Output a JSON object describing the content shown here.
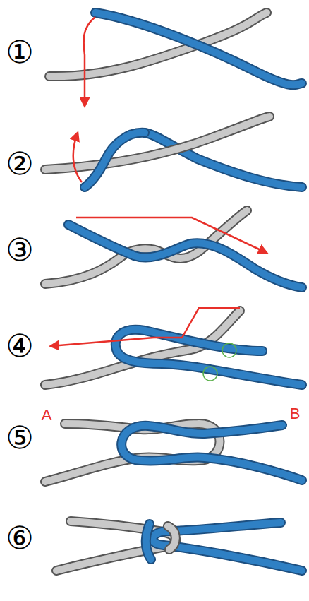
{
  "diagram": {
    "labels": [
      "①",
      "②",
      "③",
      "④",
      "⑤",
      "⑥",
      "A",
      "B"
    ]
  }
}
